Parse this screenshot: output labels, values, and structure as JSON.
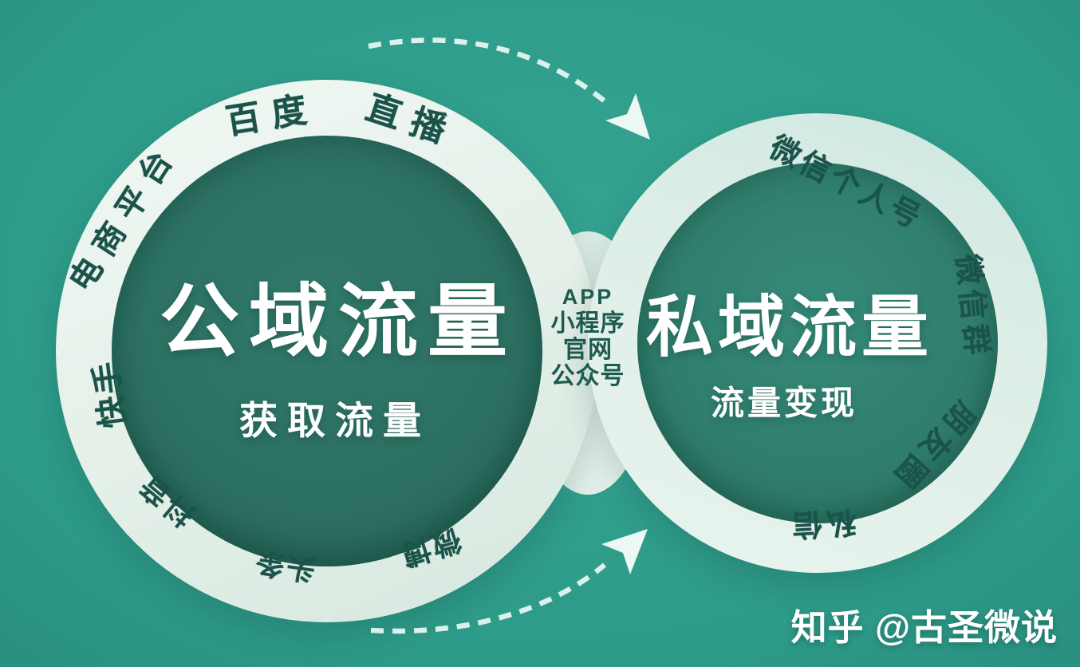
{
  "diagram": {
    "left_circle": {
      "title": "公域流量",
      "subtitle": "获取流量",
      "ring_labels": [
        "百度",
        "直播",
        "电商平台",
        "快手",
        "抖音",
        "头条",
        "微博"
      ]
    },
    "right_circle": {
      "title": "私域流量",
      "subtitle": "流量变现",
      "ring_labels": [
        "微信个人号",
        "微信群",
        "朋友圈",
        "私信"
      ]
    },
    "center_channels": {
      "lines": [
        "APP",
        "小程序",
        "官网",
        "公众号"
      ]
    },
    "watermark": "知乎 @古圣微说"
  },
  "colors": {
    "background": "#2e9b89",
    "left_ring": "#e6f1ea",
    "right_ring": "#dceee7",
    "left_disc": "#2c7062",
    "right_disc": "#307d6c",
    "ring_label_text": "#1a5349",
    "center_text": "#ffffff",
    "channel_text": "#1d5a50",
    "dash": "#e6f6f0",
    "arrowhead": "#f3fbf7"
  }
}
